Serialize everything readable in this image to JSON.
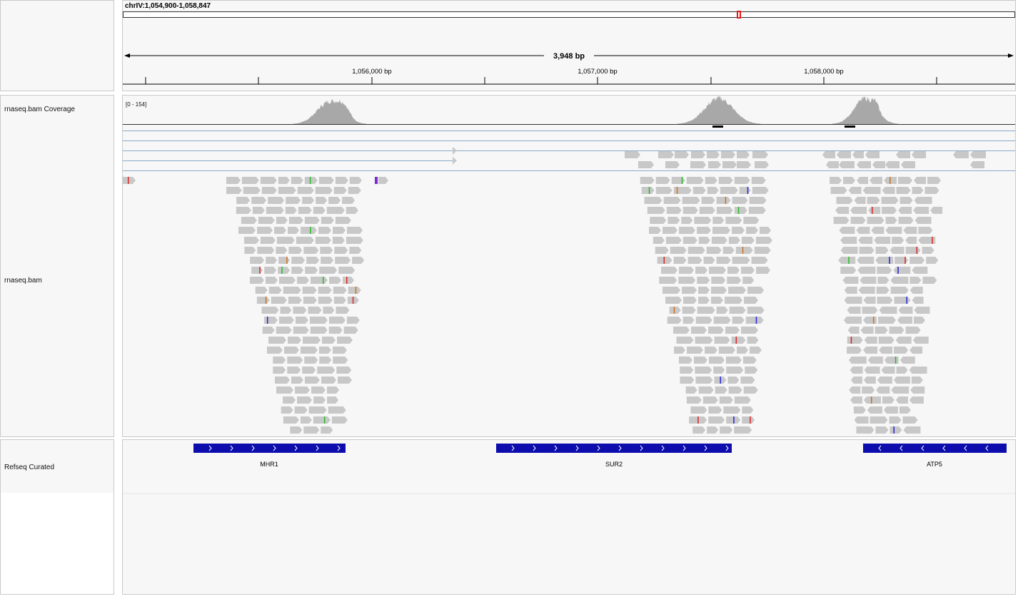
{
  "locus": {
    "chromosome_range": "chrIV:1,054,900-1,058,847",
    "span_label": "3,948 bp",
    "ticks": [
      "1,056,000 bp",
      "1,057,000 bp",
      "1,058,000 bp"
    ]
  },
  "tracks": {
    "coverage": {
      "name": "rnaseq.bam Coverage",
      "data_range": "[0 - 154]"
    },
    "alignments": {
      "name": "rnaseq.bam"
    },
    "genes": {
      "name": "Refseq Curated",
      "items": [
        {
          "name": "MHR1",
          "strand": "+"
        },
        {
          "name": "SUR2",
          "strand": "+"
        },
        {
          "name": "ATP5",
          "strand": "-"
        }
      ]
    }
  },
  "colors": {
    "read": "#c8c8c8",
    "coverage": "#a8a8a8",
    "gene": "#0d0dad",
    "mismatch_A": "#22bb22",
    "mismatch_C": "#2222dd",
    "mismatch_G": "#d1701a",
    "mismatch_T": "#dd2222",
    "ideogram_marker": "#e31b1b"
  }
}
